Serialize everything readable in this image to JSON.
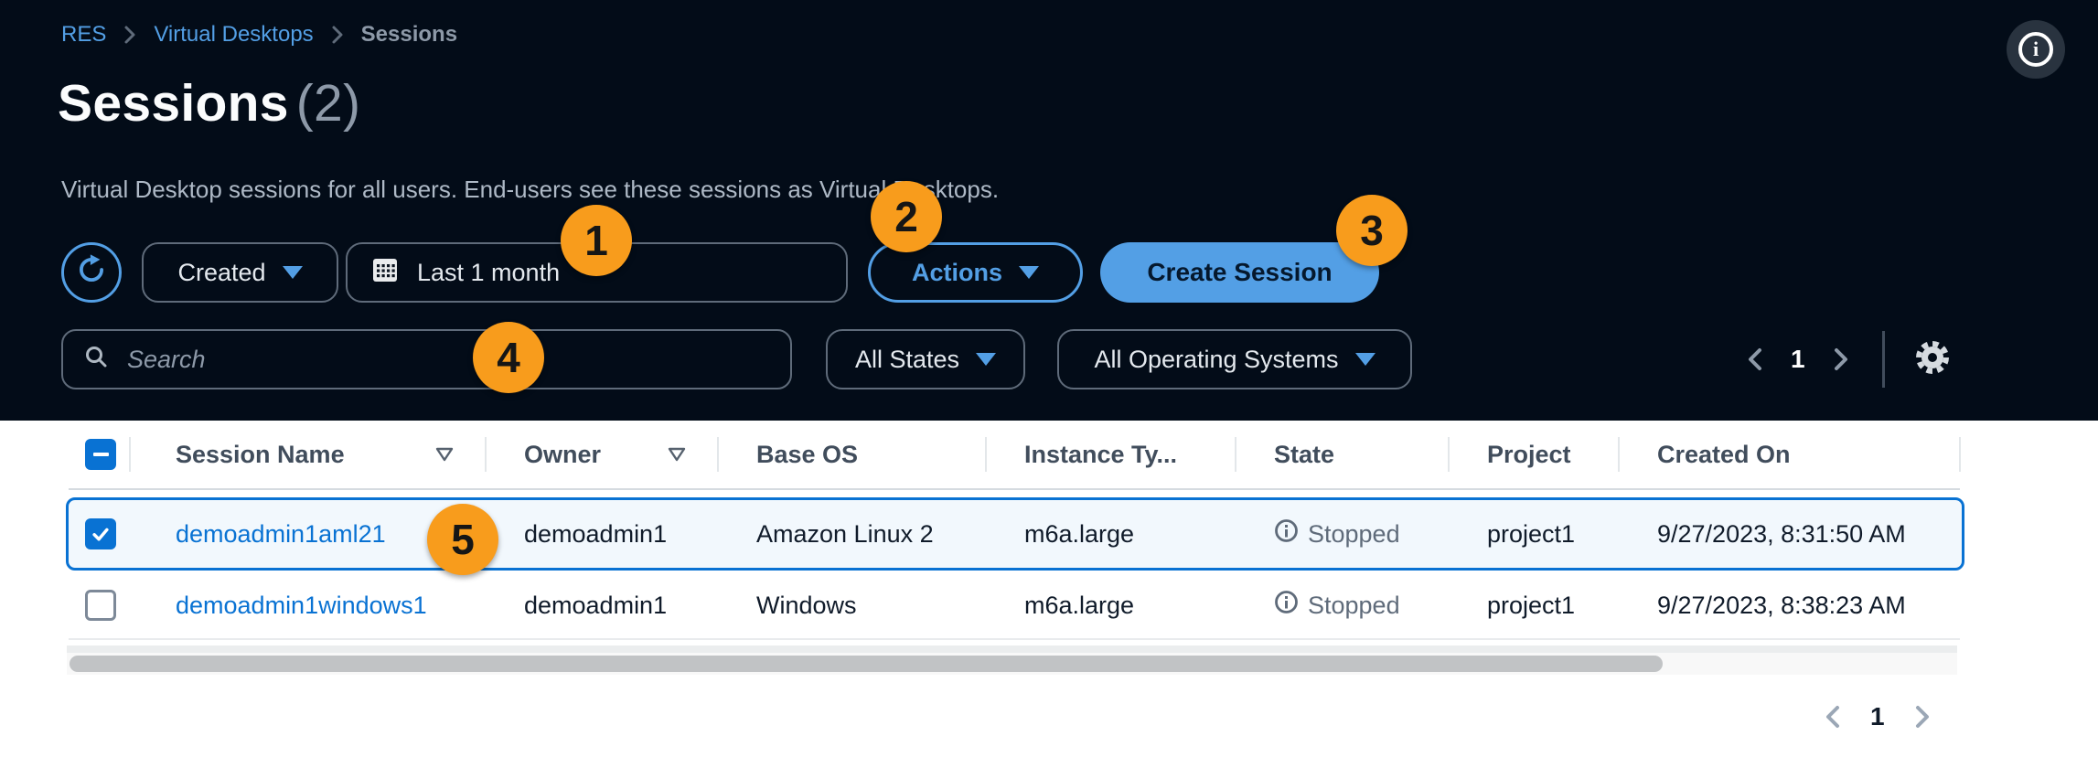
{
  "colors": {
    "bg_dark": "#030C18",
    "accent_blue": "#539FE5",
    "link_blue": "#0972D3",
    "badge_orange": "#F89C1C",
    "selected_row_bg": "#F2F8FD",
    "state_gray": "#5F6B7A",
    "table_header_text": "#414D5C",
    "border_gray": "#5F6B7A"
  },
  "breadcrumb": {
    "items": [
      "RES",
      "Virtual Desktops",
      "Sessions"
    ]
  },
  "header": {
    "title": "Sessions",
    "count": "(2)",
    "description": "Virtual Desktop sessions for all users. End-users see these sessions as Virtual Desktops."
  },
  "toolbar": {
    "sort_dropdown_label": "Created",
    "date_range_label": "Last 1 month",
    "actions_label": "Actions",
    "create_session_label": "Create Session"
  },
  "filters": {
    "search_placeholder": "Search",
    "state_filter_label": "All States",
    "os_filter_label": "All Operating Systems"
  },
  "pagination": {
    "top_current_page": "1",
    "bottom_current_page": "1"
  },
  "table": {
    "columns": [
      "Session Name",
      "Owner",
      "Base OS",
      "Instance Ty...",
      "State",
      "Project",
      "Created On"
    ],
    "rows": [
      {
        "session_name": "demoadmin1aml21",
        "owner": "demoadmin1",
        "base_os": "Amazon Linux 2",
        "instance_type": "m6a.large",
        "state": "Stopped",
        "project": "project1",
        "created_on": "9/27/2023, 8:31:50 AM"
      },
      {
        "session_name": "demoadmin1windows1",
        "owner": "demoadmin1",
        "base_os": "Windows",
        "instance_type": "m6a.large",
        "state": "Stopped",
        "project": "project1",
        "created_on": "9/27/2023, 8:38:23 AM"
      }
    ]
  },
  "badges": {
    "b1": "1",
    "b2": "2",
    "b3": "3",
    "b4": "4",
    "b5": "5"
  }
}
